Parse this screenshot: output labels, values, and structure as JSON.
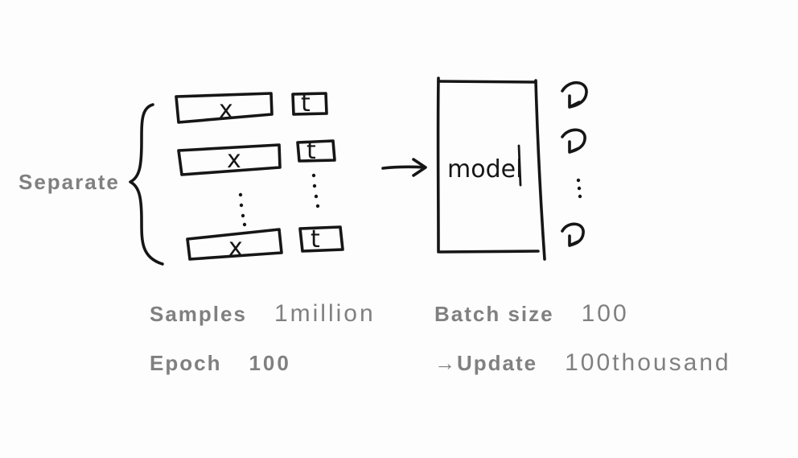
{
  "diagram": {
    "left_brace_label": "Separate",
    "model_label": "model",
    "input_box_label": "x",
    "target_box_label": "t"
  },
  "stats": {
    "samples": {
      "label": "Samples",
      "value": "1million"
    },
    "epoch": {
      "label": "Epoch",
      "value": "100"
    },
    "batch_size": {
      "label": "Batch size",
      "value": "100"
    },
    "update": {
      "label": "→Update",
      "value": "100thousand"
    }
  },
  "colors": {
    "ink": "#161616",
    "caption": "#808080",
    "background": "#fdfdfd"
  }
}
